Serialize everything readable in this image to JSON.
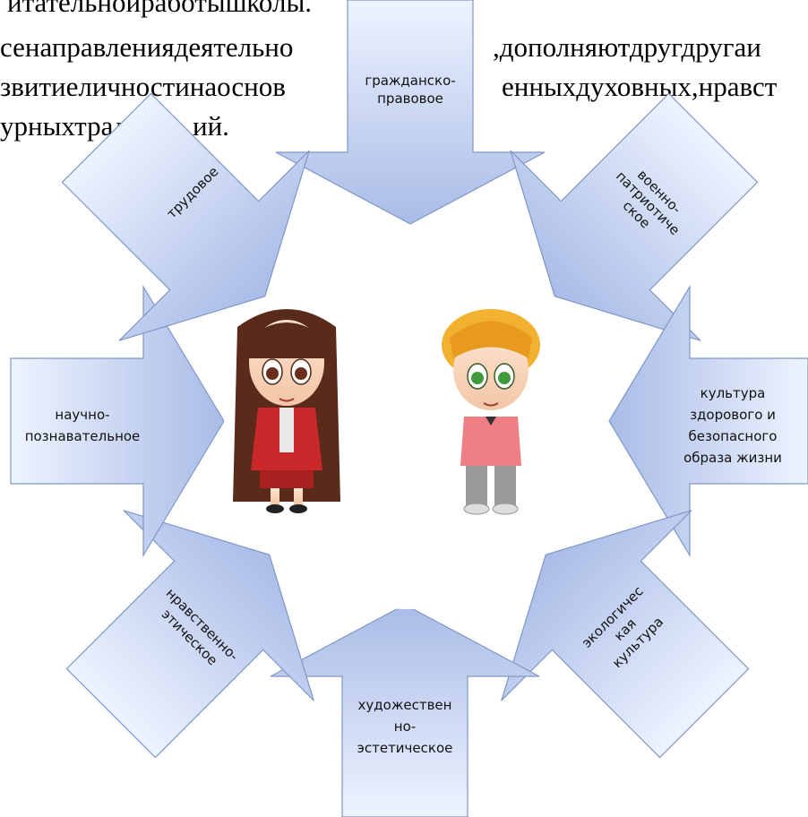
{
  "document": {
    "lines": [
      "итательнойработышколы.",
      "сенаправлениядеятельно",
      ",дополняютдругдругаи",
      "звитиеличностинаоснов",
      "енныхдуховных,нравст",
      "урныхтрад",
      "ий."
    ]
  },
  "diagram": {
    "colors": {
      "arrow_top": "#eef3ff",
      "arrow_bottom": "#a9bce6",
      "stroke": "#7f97c8"
    },
    "arrows": [
      {
        "name": "civic-legal",
        "lines": [
          "гражданско-",
          "правовое"
        ]
      },
      {
        "name": "military-patriotic",
        "lines": [
          "военно-",
          "патриотиче",
          "ское"
        ]
      },
      {
        "name": "healthy-lifestyle",
        "lines": [
          "культура",
          "здорового и",
          "безопасного",
          "образа жизни"
        ]
      },
      {
        "name": "ecological-culture",
        "lines": [
          "экологичес",
          "кая",
          "культура"
        ]
      },
      {
        "name": "artistic-aesthetic",
        "lines": [
          "художествен",
          "но-",
          "эстетическое"
        ]
      },
      {
        "name": "moral-ethical",
        "lines": [
          "нравственно-",
          "этическое"
        ]
      },
      {
        "name": "scientific-cognitive",
        "lines": [
          "научно-",
          "познавательное"
        ]
      },
      {
        "name": "labor",
        "lines": [
          "трудовое"
        ]
      }
    ],
    "characters": [
      {
        "name": "girl",
        "description_icon": "girl-icon"
      },
      {
        "name": "boy",
        "description_icon": "boy-icon"
      }
    ]
  }
}
